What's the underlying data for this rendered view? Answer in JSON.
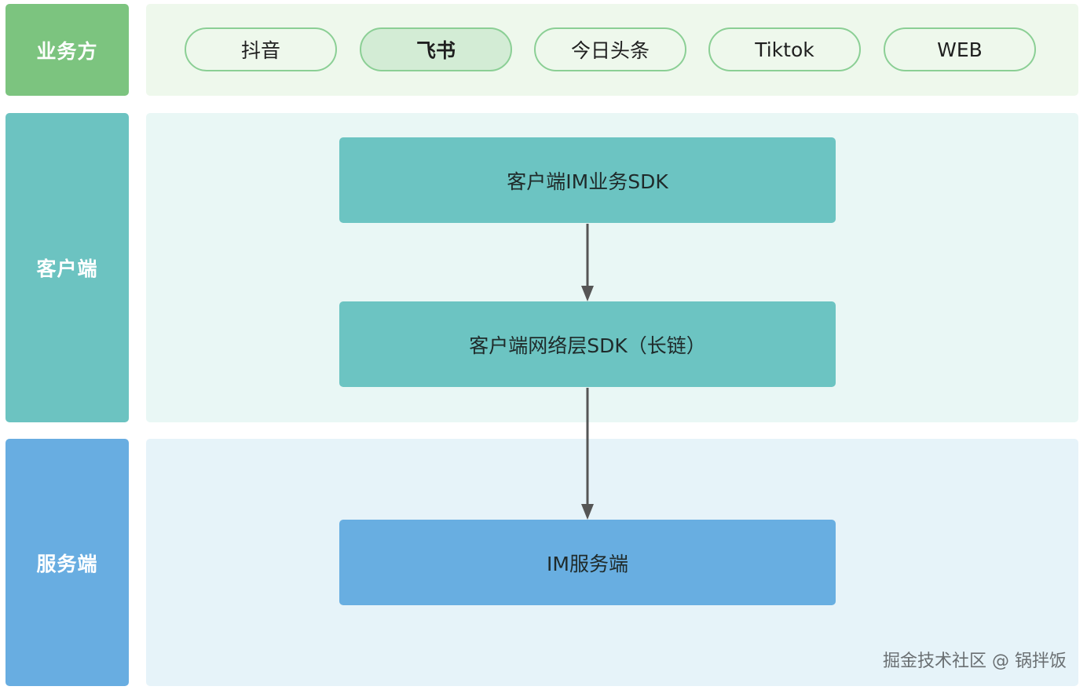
{
  "colors": {
    "biz_label": "#7cc47f",
    "biz_panel": "#eef8ec",
    "pill_fill": "#eef8ec",
    "pill_active_fill": "#d3ecd5",
    "client_label": "#6cc3c1",
    "client_panel": "#e9f7f5",
    "client_box": "#6cc4c2",
    "server_label": "#68ade1",
    "server_panel": "#e6f3f9",
    "server_box": "#68aee1",
    "arrow": "#555555"
  },
  "layers": {
    "business": {
      "label": "业务方"
    },
    "client": {
      "label": "客户端"
    },
    "server": {
      "label": "服务端"
    }
  },
  "business_apps": [
    {
      "label": "抖音",
      "active": false
    },
    {
      "label": "飞书",
      "active": true
    },
    {
      "label": "今日头条",
      "active": false
    },
    {
      "label": "Tiktok",
      "active": false
    },
    {
      "label": "WEB",
      "active": false
    }
  ],
  "client_boxes": {
    "im_sdk": "客户端IM业务SDK",
    "network_sdk": "客户端网络层SDK（长链）"
  },
  "server_boxes": {
    "im_server": "IM服务端"
  },
  "watermark": "掘金技术社区 @ 锅拌饭"
}
